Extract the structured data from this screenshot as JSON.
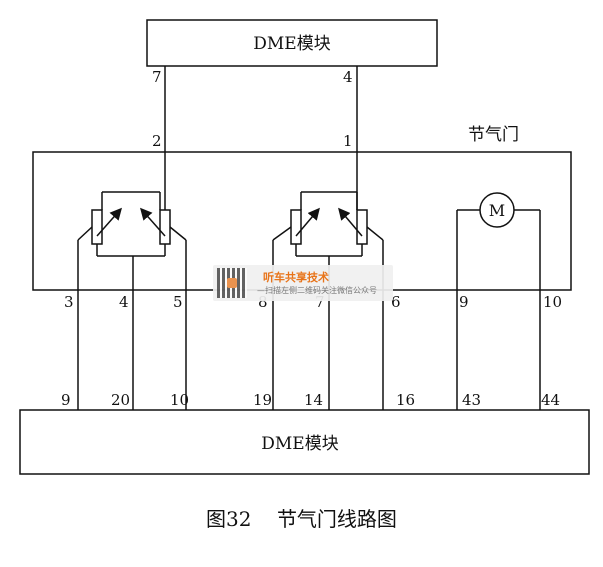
{
  "top_module": {
    "label": "DME模块"
  },
  "bottom_module": {
    "label": "DME模块"
  },
  "throttle_label": "节气门",
  "motor_symbol": "M",
  "pins": {
    "top_7": "7",
    "top_4": "4",
    "t_2": "2",
    "t_1": "1",
    "b_3": "3",
    "b_4": "4",
    "b_5": "5",
    "b_8": "8",
    "b_7": "7",
    "b_6": "6",
    "b_9": "9",
    "b_10": "10"
  },
  "dme_pins": {
    "p9": "9",
    "p20": "20",
    "p10": "10",
    "p19": "19",
    "p14": "14",
    "p16": "16",
    "p43": "43",
    "p44": "44"
  },
  "caption": {
    "fig": "图32",
    "title": "节气门线路图"
  },
  "watermark": {
    "title": "听车共享技术",
    "subtitle": "—扫描左侧二维码关注微信公众号"
  }
}
